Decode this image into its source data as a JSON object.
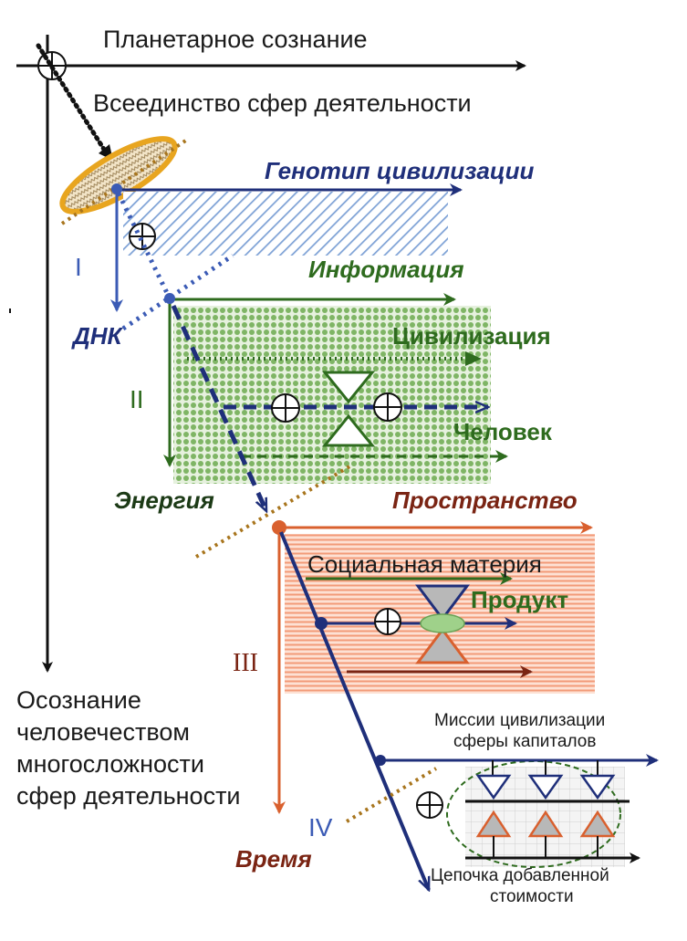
{
  "colors": {
    "black": "#111111",
    "navy": "#1f2f7a",
    "green": "#2e6b1e",
    "darkred": "#7a2413",
    "orange": "#d9602e",
    "gold": "#e8a51f",
    "brownDot": "#a8751d",
    "blue": "#3b5bb5"
  },
  "labels": {
    "planetary": "Планетарное сознание",
    "allUnity": "Всеединство сфер деятельности",
    "genotype": "Генотип цивилизации",
    "dna": "ДНК",
    "information": "Информация",
    "civilization": "Цивилизация",
    "human": "Человек",
    "energy": "Энергия",
    "space": "Пространство",
    "socialMatter": "Социальная материя",
    "product": "Продукт",
    "time": "Время",
    "missions1": "Миссии цивилизации",
    "missions2": "сферы капиталов",
    "chain1": "Цепочка добавленной",
    "chain2": "стоимости",
    "awareness": [
      "Осознание",
      "человечеством",
      "многосложности",
      "сфер деятельности"
    ]
  },
  "stages": {
    "I": "I",
    "II": "II",
    "III": "III",
    "IV": "IV"
  },
  "icons": [
    "crosshair-icon",
    "hourglass-icon",
    "triangle-down-icon",
    "triangle-up-icon"
  ]
}
